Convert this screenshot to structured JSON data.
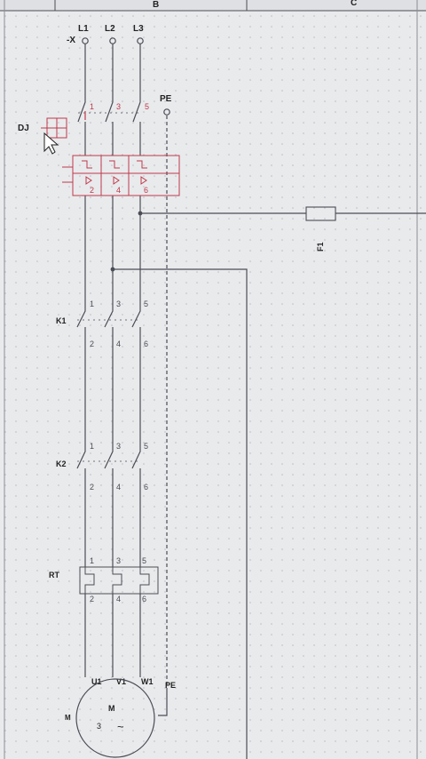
{
  "header": {
    "col_b": "B",
    "col_c": "C"
  },
  "terminals": {
    "prefix": "-X",
    "l1": "L1",
    "l2": "L2",
    "l3": "L3",
    "pe": "PE"
  },
  "breaker": {
    "label": "DJ",
    "top": [
      "1",
      "3",
      "5"
    ],
    "bottom": [
      "2",
      "4",
      "6"
    ]
  },
  "fuse": {
    "label": "F1"
  },
  "k1": {
    "label": "K1",
    "top": [
      "1",
      "3",
      "5"
    ],
    "bottom": [
      "2",
      "4",
      "6"
    ]
  },
  "k2": {
    "label": "K2",
    "top": [
      "1",
      "3",
      "5"
    ],
    "bottom": [
      "2",
      "4",
      "6"
    ]
  },
  "relay": {
    "label": "RT",
    "top": [
      "1",
      "3",
      "5"
    ],
    "bottom": [
      "2",
      "4",
      "6"
    ]
  },
  "motor": {
    "label": "M",
    "inner": "M",
    "phases": "3",
    "terminals": [
      "U1",
      "V1",
      "W1"
    ],
    "pe": "PE",
    "ac_symbol": "~"
  },
  "colors": {
    "wire": "#4a4d55",
    "breaker": "#c0394b",
    "background": "#e9eaec",
    "grid": "#b9bcc2"
  }
}
